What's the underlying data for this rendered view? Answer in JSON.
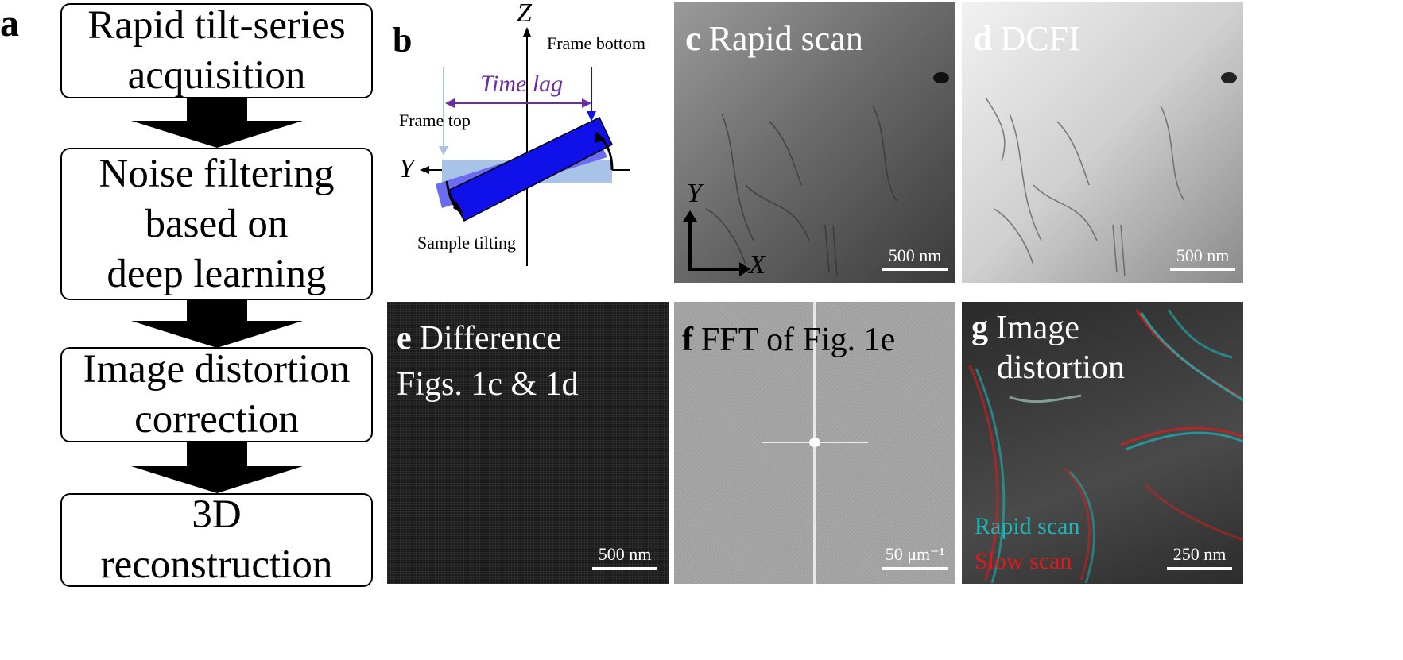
{
  "panel_a": {
    "letter": "a",
    "steps": [
      "Rapid tilt-series\nacquisition",
      "Noise filtering\nbased on\ndeep learning",
      "Image distortion\ncorrection",
      "3D\nreconstruction"
    ]
  },
  "panel_b": {
    "letter": "b",
    "axis_z": "Z",
    "axis_y": "Y",
    "frame_bottom": "Frame bottom",
    "frame_top": "Frame top",
    "time_lag": "Time lag",
    "sample_tilting": "Sample tilting",
    "colors": {
      "time_lag": "#6a2ca0",
      "bar": "#1010e8",
      "bar_light": "#6b6bf0",
      "frame_box": "#a9c2e8",
      "frame_top_arrow": "#a9c2e8"
    }
  },
  "panel_c": {
    "letter": "c",
    "title": "Rapid scan",
    "axis_y": "Y",
    "axis_x": "X",
    "scale": "500 nm"
  },
  "panel_d": {
    "letter": "d",
    "title": "DCFI",
    "scale": "500 nm"
  },
  "panel_e": {
    "letter": "e",
    "title_line1": "Difference",
    "title_line2": "Figs. 1c & 1d",
    "scale": "500 nm"
  },
  "panel_f": {
    "letter": "f",
    "title": "FFT of Fig. 1e",
    "scale": "50 μm⁻¹"
  },
  "panel_g": {
    "letter": "g",
    "title_line1": "Image",
    "title_line2": "distortion",
    "legend_rapid": "Rapid scan",
    "legend_slow": "Slow scan",
    "scale": "250 nm",
    "colors": {
      "rapid": "#20b4b4",
      "slow": "#e01a1a"
    }
  }
}
